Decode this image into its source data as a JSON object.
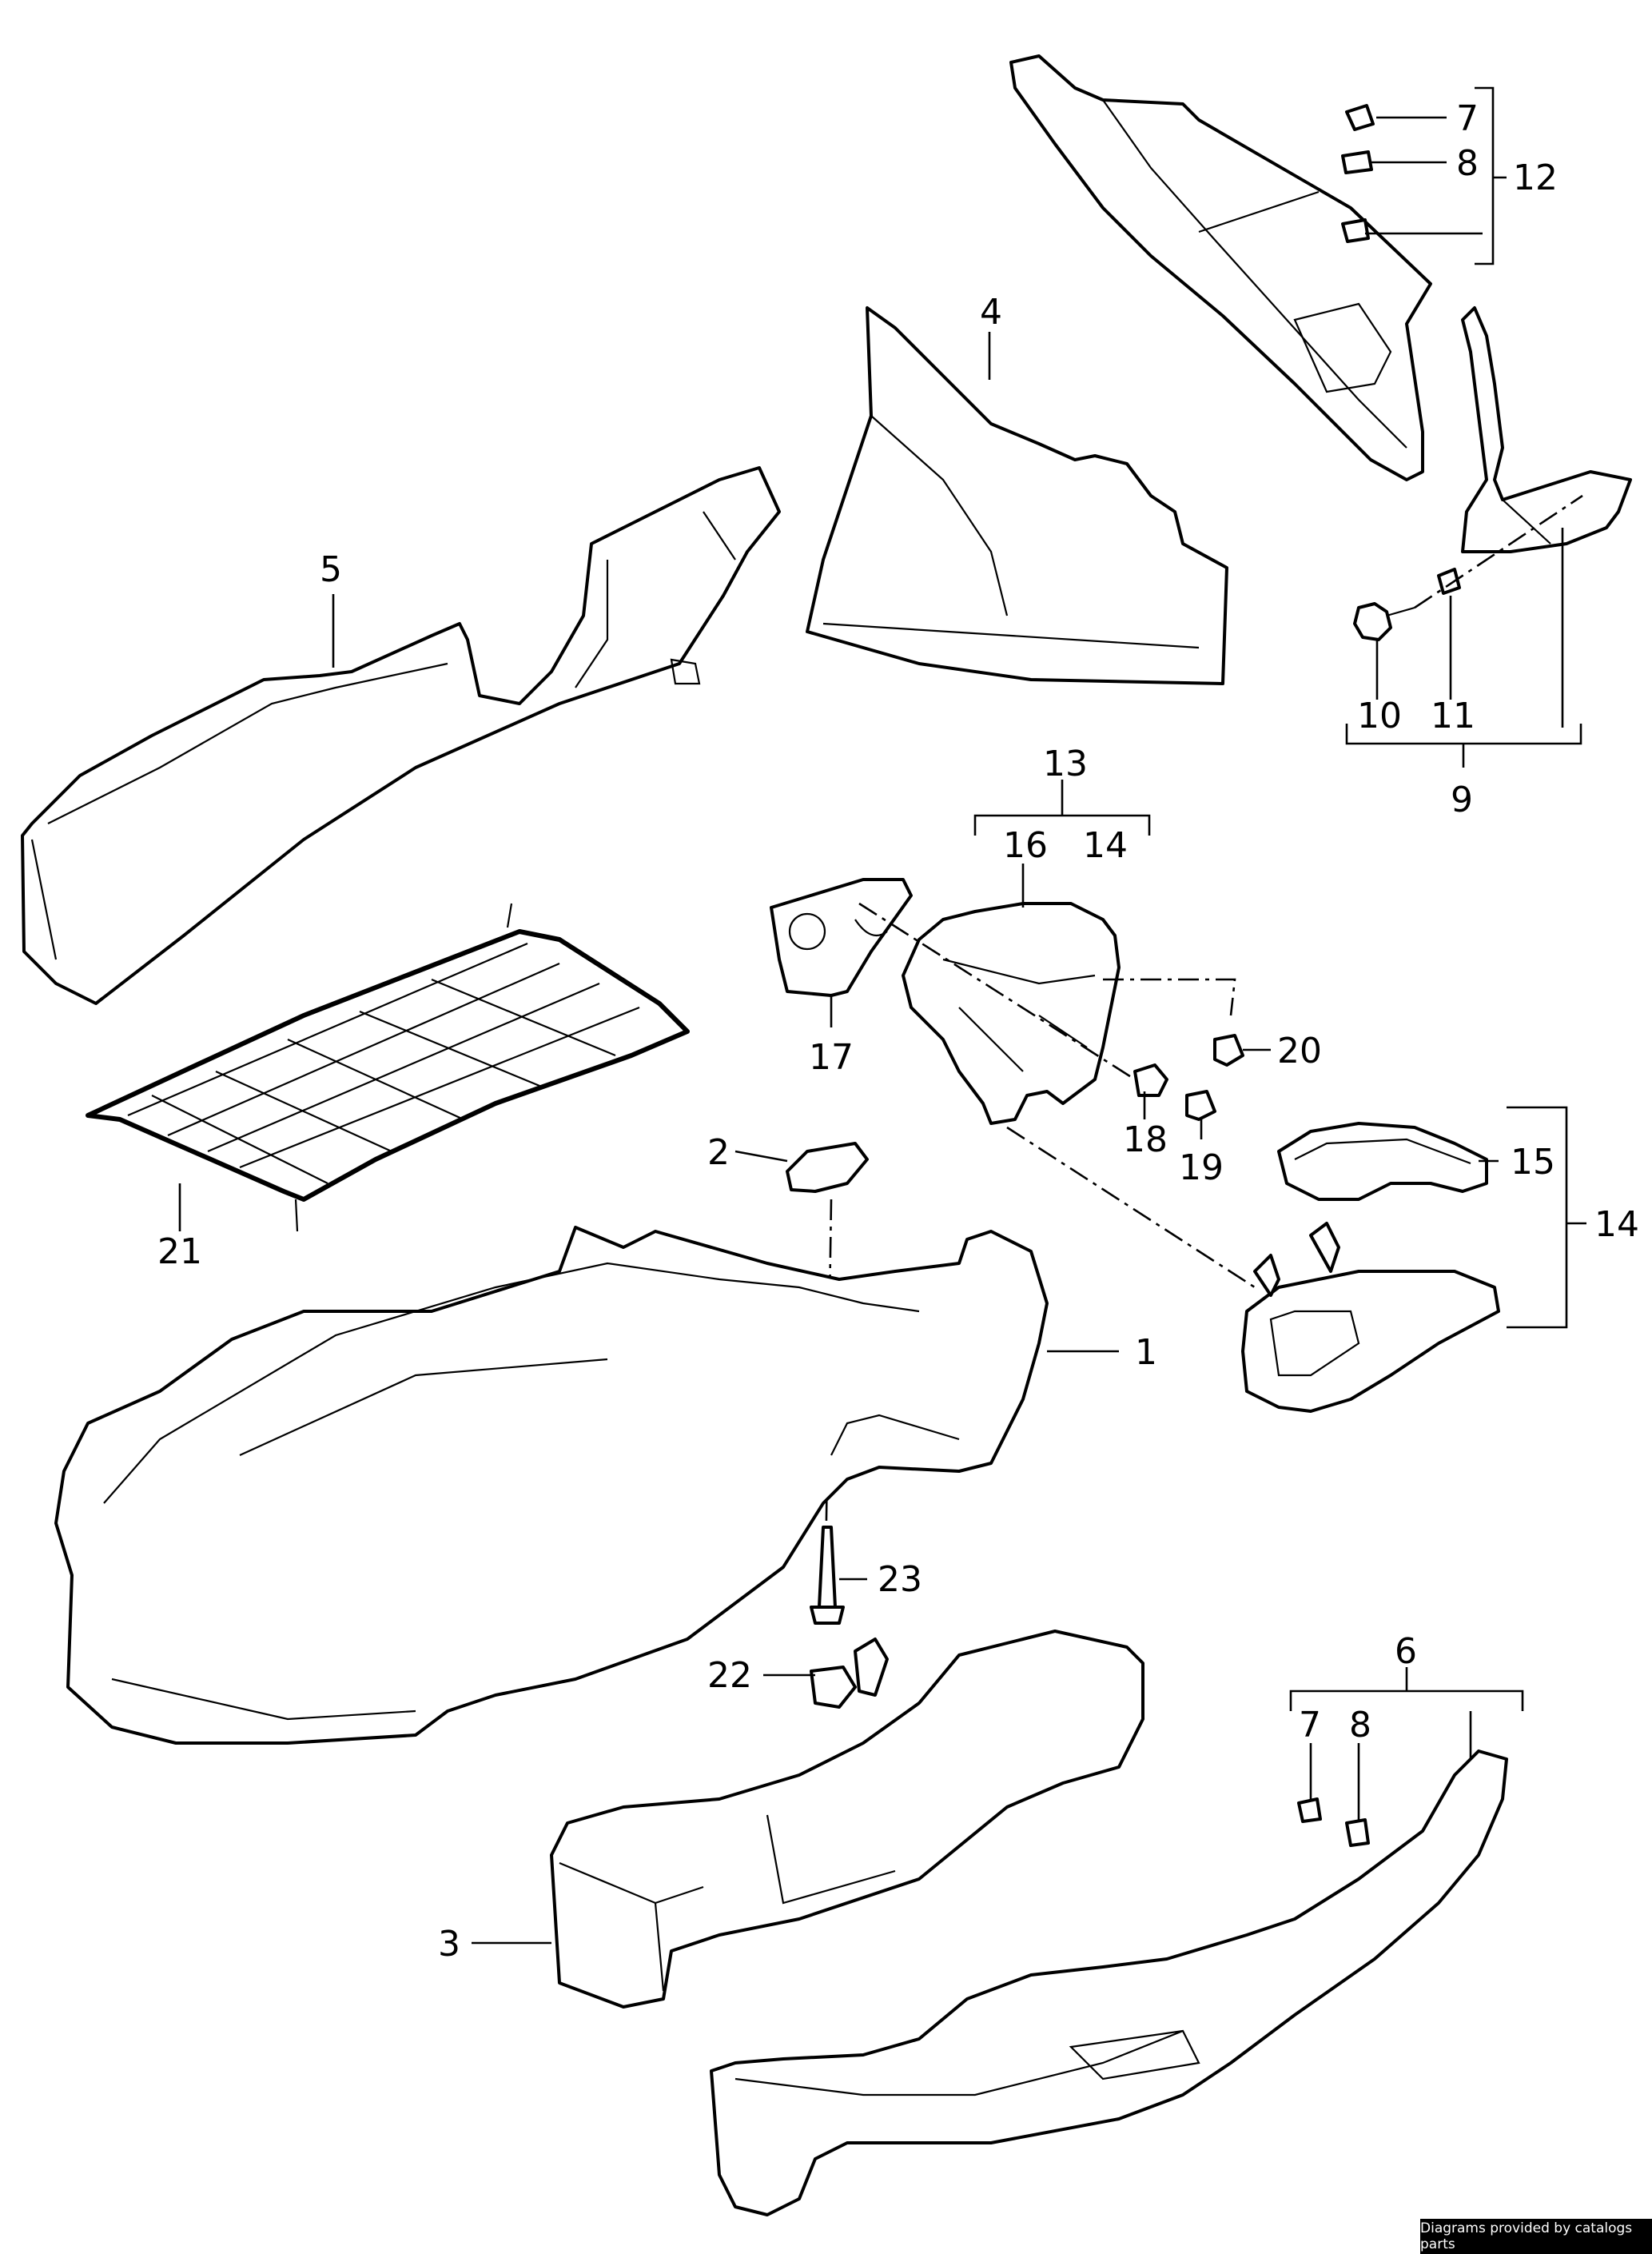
{
  "callouts": {
    "c1": "1",
    "c2": "2",
    "c3": "3",
    "c4": "4",
    "c5": "5",
    "c6": "6",
    "c7a": "7",
    "c7b": "7",
    "c8a": "8",
    "c8b": "8",
    "c9": "9",
    "c10": "10",
    "c11": "11",
    "c12": "12",
    "c13": "13",
    "c14a": "14",
    "c14b": "14",
    "c15": "15",
    "c16": "16",
    "c17": "17",
    "c18": "18",
    "c19": "19",
    "c20": "20",
    "c21": "21",
    "c22": "22",
    "c23": "23"
  },
  "footer": {
    "credit": "Diagrams provided by catalogs parts"
  }
}
